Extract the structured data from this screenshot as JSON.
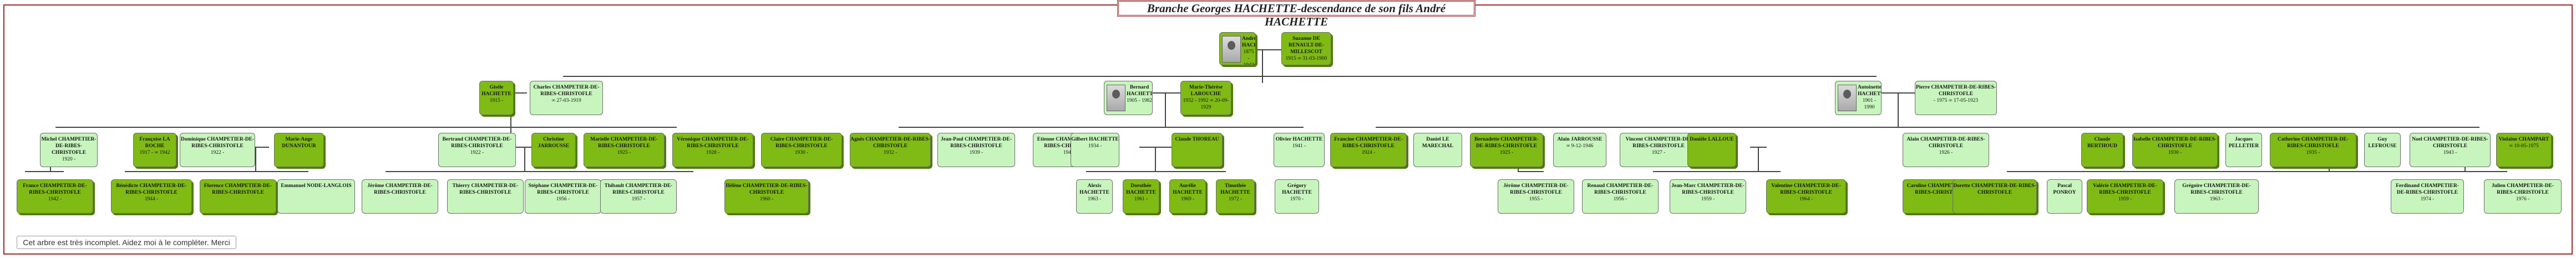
{
  "title": "Branche Georges HACHETTE-descendance de son fils André HACHETTE",
  "note": "Cet arbre est très incomplet. Aidez moi à le compléter. Merci",
  "colors": {
    "male": "#7fbb14",
    "female": "#c7f5bd",
    "frame": "#9b2b2b"
  },
  "people": [
    {
      "name": "André HACHETTE",
      "dates": "1875 - 1943",
      "type": "m",
      "photo": true
    },
    {
      "name": "Suzanne DE RENAULT-DE-MILLESCOT",
      "dates": "1915 ∞ 31-03-1900",
      "type": "m"
    },
    {
      "name": "Gisèle HACHETTE",
      "dates": "1915 -",
      "type": "m"
    },
    {
      "name": "Charles CHAMPETIER-DE-RIBES-CHRISTOFLE",
      "dates": "∞ 27-03-1919",
      "type": "f"
    },
    {
      "name": "Bernard HACHETTE",
      "dates": "1905 - 1982",
      "type": "f",
      "photo": true
    },
    {
      "name": "Marie-Thérèse LAROUCHE",
      "dates": "1932 - 1992 ∞ 20-09-1929",
      "type": "m"
    },
    {
      "name": "Antoinette HACHETTE",
      "dates": "1901 - 1990",
      "type": "f",
      "photo": true
    },
    {
      "name": "Pierre CHAMPETIER-DE-RIBES-CHRISTOFLE",
      "dates": "- 1975 ∞ 17-05-1923",
      "type": "f"
    },
    {
      "name": "Michel CHAMPETIER-DE-RIBES-CHRISTOFLE",
      "dates": "1920 -",
      "type": "f"
    },
    {
      "name": "Françoise LA ROCHE",
      "dates": "1917 - ∞ 1942",
      "type": "m"
    },
    {
      "name": "Dominique CHAMPETIER-DE-RIBES-CHRISTOFLE",
      "dates": "1922 -",
      "type": "f"
    },
    {
      "name": "Marie-Ange DUNANTOUR",
      "dates": "",
      "type": "m"
    },
    {
      "name": "Bertrand CHAMPETIER-DE-RIBES-CHRISTOFLE",
      "dates": "1922 -",
      "type": "f"
    },
    {
      "name": "Christine JARROUSSE",
      "dates": "",
      "type": "m"
    },
    {
      "name": "Marielle CHAMPETIER-DE-RIBES-CHRISTOFLE",
      "dates": "1925 -",
      "type": "m"
    },
    {
      "name": "Véronique CHAMPETIER-DE-RIBES-CHRISTOFLE",
      "dates": "1928 -",
      "type": "m"
    },
    {
      "name": "Claire CHAMPETIER-DE-RIBES-CHRISTOFLE",
      "dates": "1930 -",
      "type": "m"
    },
    {
      "name": "Agnès CHAMPETIER-DE-RIBES-CHRISTOFLE",
      "dates": "1932 -",
      "type": "m"
    },
    {
      "name": "Jean-Paul CHAMPETIER-DE-RIBES-CHRISTOFLE",
      "dates": "1939 -",
      "type": "f"
    },
    {
      "name": "Etienne CHAMPETIER-DE-RIBES-CHRISTOFLE",
      "dates": "1941 -",
      "type": "f"
    },
    {
      "name": "Gilbert HACHETTE",
      "dates": "1934 -",
      "type": "f"
    },
    {
      "name": "Claude THOREAU",
      "dates": "",
      "type": "m"
    },
    {
      "name": "Olivier HACHETTE",
      "dates": "1941 -",
      "type": "f"
    },
    {
      "name": "Francine CHAMPETIER-DE-RIBES-CHRISTOFLE",
      "dates": "1924 -",
      "type": "m"
    },
    {
      "name": "Daniel LE MARECHAL",
      "dates": "",
      "type": "f"
    },
    {
      "name": "Bernadette CHAMPETIER-DE-RIBES-CHRISTOFLE",
      "dates": "1925 -",
      "type": "m"
    },
    {
      "name": "Alain JARROUSSE",
      "dates": "∞ 9-12-1946",
      "type": "f"
    },
    {
      "name": "Vincent CHAMPETIER-DE-RIBES-CHRISTOFLE",
      "dates": "1927 -",
      "type": "f"
    },
    {
      "name": "Danièle LALLOUE",
      "dates": "",
      "type": "m"
    },
    {
      "name": "Alain CHAMPETIER-DE-RIBES-CHRISTOFLE",
      "dates": "1926 -",
      "type": "f"
    },
    {
      "name": "Claude BERTHOUD",
      "dates": "",
      "type": "m"
    },
    {
      "name": "Isabelle CHAMPETIER-DE-RIBES-CHRISTOFLE",
      "dates": "1930 -",
      "type": "m"
    },
    {
      "name": "Jacques PELLETIER",
      "dates": "",
      "type": "f"
    },
    {
      "name": "Catherine CHAMPETIER-DE-RIBES-CHRISTOFLE",
      "dates": "1935 -",
      "type": "m"
    },
    {
      "name": "Guy LEFROUSE",
      "dates": "",
      "type": "f"
    },
    {
      "name": "Noel CHAMPETIER-DE-RIBES-CHRISTOFLE",
      "dates": "1943 -",
      "type": "f"
    },
    {
      "name": "Violaine CHAMPART",
      "dates": "∞ 10-05-1975",
      "type": "m"
    },
    {
      "name": "France CHAMPETIER-DE-RIBES-CHRISTOFLE",
      "dates": "1942 -",
      "type": "m"
    },
    {
      "name": "Bénédicte CHAMPETIER-DE-RIBES-CHRISTOFLE",
      "dates": "1944 -",
      "type": "m"
    },
    {
      "name": "Florence CHAMPETIER-DE-RIBES-CHRISTOFLE",
      "dates": "",
      "type": "m"
    },
    {
      "name": "Emmanuel NODE-LANGLOIS",
      "dates": "",
      "type": "f"
    },
    {
      "name": "Jérôme CHAMPETIER-DE-RIBES-CHRISTOFLE",
      "dates": "",
      "type": "f"
    },
    {
      "name": "Thierry CHAMPETIER-DE-RIBES-CHRISTOFLE",
      "dates": "",
      "type": "f"
    },
    {
      "name": "Stéphane CHAMPETIER-DE-RIBES-CHRISTOFLE",
      "dates": "1956 -",
      "type": "f"
    },
    {
      "name": "Thibault CHAMPETIER-DE-RIBES-CHRISTOFLE",
      "dates": "1957 -",
      "type": "f"
    },
    {
      "name": "Hélène CHAMPETIER-DE-RIBES-CHRISTOFLE",
      "dates": "1960 -",
      "type": "m"
    },
    {
      "name": "Alexis HACHETTE",
      "dates": "1963 -",
      "type": "f"
    },
    {
      "name": "Dorothée HACHETTE",
      "dates": "1961 -",
      "type": "m"
    },
    {
      "name": "Aurélie HACHETTE",
      "dates": "1969 -",
      "type": "m"
    },
    {
      "name": "Timothée HACHETTE",
      "dates": "1972 -",
      "type": "m"
    },
    {
      "name": "Grégory HACHETTE",
      "dates": "1970 -",
      "type": "f"
    },
    {
      "name": "Jérôme CHAMPETIER-DE-RIBES-CHRISTOFLE",
      "dates": "1955 -",
      "type": "f"
    },
    {
      "name": "Renaud CHAMPETIER-DE-RIBES-CHRISTOFLE",
      "dates": "1956 -",
      "type": "f"
    },
    {
      "name": "Jean-Marc CHAMPETIER-DE-RIBES-CHRISTOFLE",
      "dates": "1959 -",
      "type": "f"
    },
    {
      "name": "Valentine CHAMPETIER-DE-RIBES-CHRISTOFLE",
      "dates": "1964 -",
      "type": "m"
    },
    {
      "name": "Caroline CHAMPETIER-DE-RIBES-CHRISTOFLE",
      "dates": "",
      "type": "m"
    },
    {
      "name": "Dorette CHAMPETIER-DE-RIBES-CHRISTOFLE",
      "dates": "",
      "type": "m"
    },
    {
      "name": "Pascal PONROY",
      "dates": "",
      "type": "f"
    },
    {
      "name": "Valérie CHAMPETIER-DE-RIBES-CHRISTOFLE",
      "dates": "1959 -",
      "type": "m"
    },
    {
      "name": "Grégoire CHAMPETIER-DE-RIBES-CHRISTOFLE",
      "dates": "1963 -",
      "type": "f"
    },
    {
      "name": "Ferdinand CHAMPETIER-DE-RIBES-CHRISTOFLE",
      "dates": "1974 -",
      "type": "f"
    },
    {
      "name": "Julien CHAMPETIER-DE-RIBES-CHRISTOFLE",
      "dates": "1976 -",
      "type": "f"
    }
  ]
}
